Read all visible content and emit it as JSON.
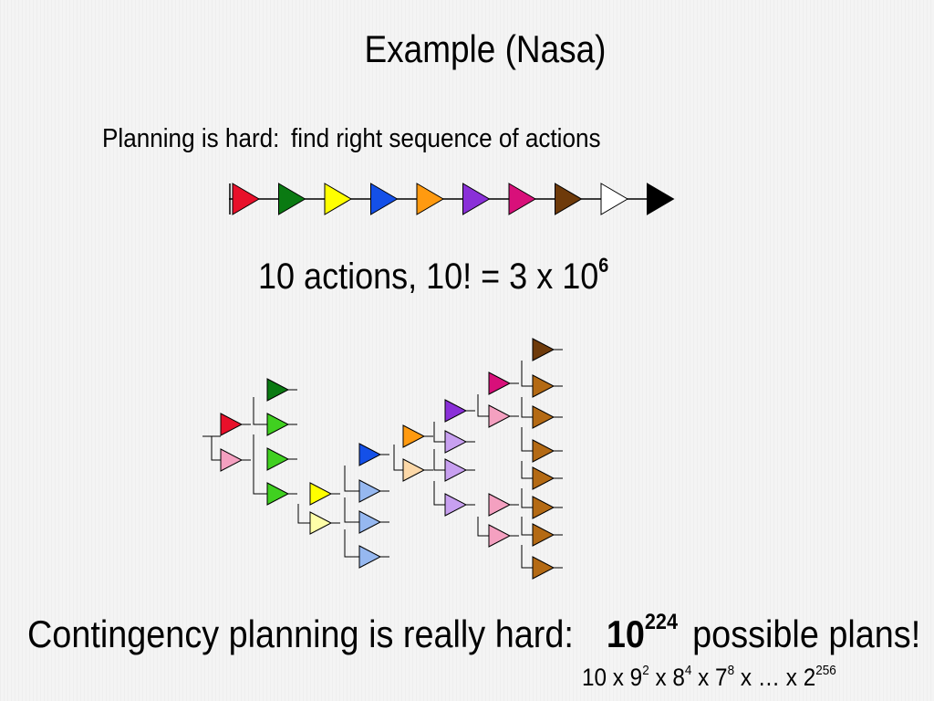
{
  "slide": {
    "title": "Example (Nasa)",
    "planning_label": "Planning is hard:",
    "planning_desc": "find right sequence of actions",
    "actions_text": "10 actions, 10! = 3 x 10",
    "actions_exp": "6",
    "contingency_text": "Contingency planning is really hard:",
    "plans_base": "10",
    "plans_exp": "224",
    "plans_text": "possible plans!",
    "formula": {
      "t1": "10 x 9",
      "e1": "2",
      "t2": " x 8",
      "e2": "4",
      "t3": " x 7",
      "e3": "8",
      "t4": " x … x 2",
      "e4": "256"
    }
  },
  "colors": {
    "red": "#e8102a",
    "green": "#0a7a12",
    "yellow": "#ffff00",
    "blue": "#1450e8",
    "orange": "#ff9a10",
    "purple": "#8a30d8",
    "magenta": "#d8107a",
    "brown": "#6e3a0a",
    "white": "#ffffff",
    "black": "#000000",
    "pink": "#f4a0c0",
    "lime": "#40d020",
    "light_yellow": "#ffffa8",
    "light_blue": "#96b8f0",
    "light_orange": "#fcd8a8",
    "light_purple": "#c8a0f0",
    "brown_light": "#b46a14"
  },
  "diagram": {
    "sequence_colors": [
      "red",
      "green",
      "yellow",
      "blue",
      "orange",
      "purple",
      "magenta",
      "brown",
      "white",
      "black"
    ],
    "tree_icon": "triangle-action-icon"
  }
}
